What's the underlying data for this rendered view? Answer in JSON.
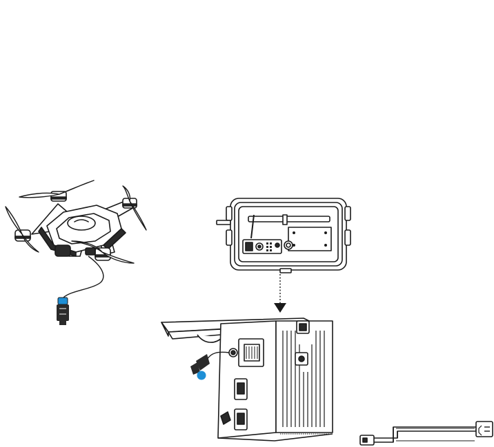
{
  "colors": {
    "line": "#1a1a1a",
    "fill": "#ffffff",
    "accent": "#1e8fd6",
    "shade": "#2a2a2a"
  },
  "components": [
    {
      "id": "drone",
      "icon": "quadcopter-drone-icon"
    },
    {
      "id": "drone-cable-connector",
      "icon": "waterproof-connector-icon"
    },
    {
      "id": "tether-station-lid",
      "icon": "open-lid-panel-icon"
    },
    {
      "id": "insertion-arrow",
      "icon": "dotted-down-arrow-icon"
    },
    {
      "id": "tether-station-base",
      "icon": "ground-station-icon"
    },
    {
      "id": "station-cable-connector",
      "icon": "waterproof-connector-icon"
    },
    {
      "id": "power-cable",
      "icon": "ac-power-cable-icon"
    }
  ]
}
